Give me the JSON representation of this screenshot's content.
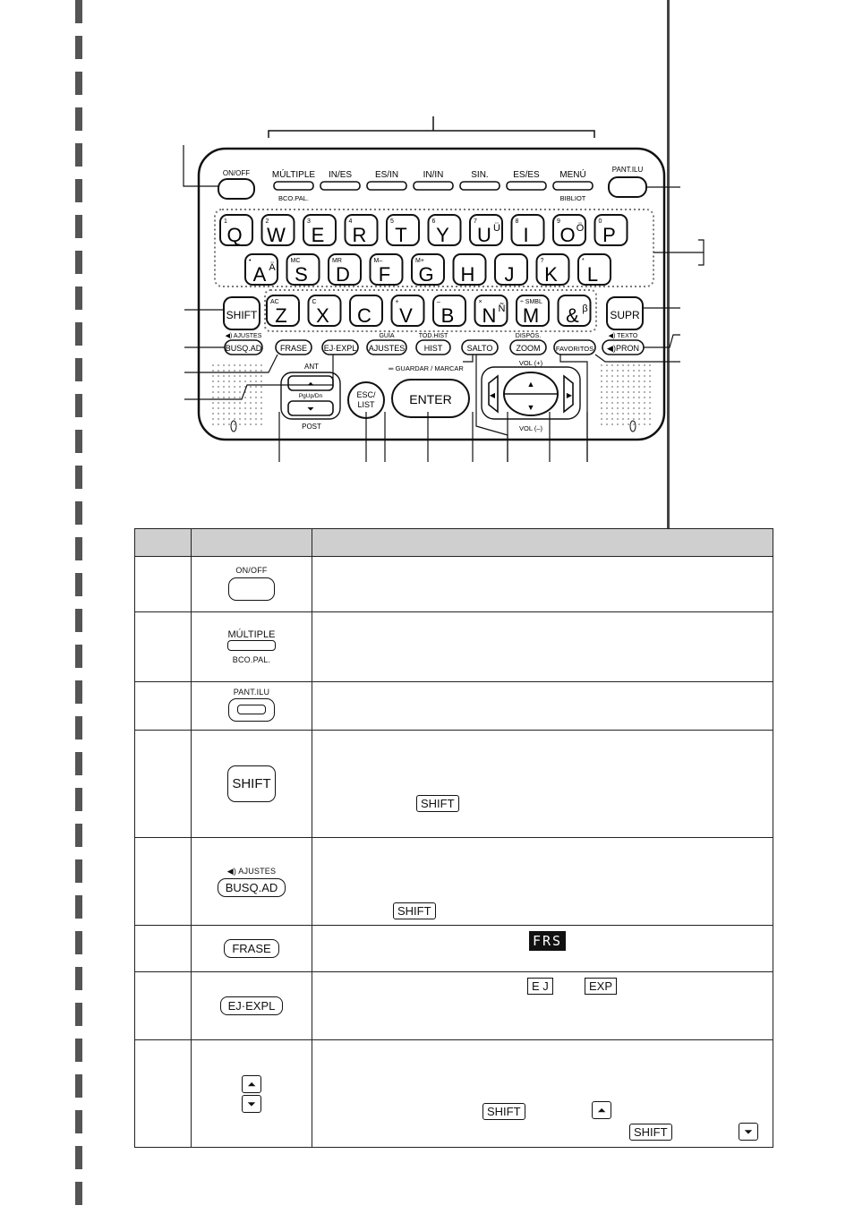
{
  "diagram": {
    "top_row": [
      "MÚLTIPLE",
      "IN/ES",
      "ES/IN",
      "IN/IN",
      "SIN.",
      "ES/ES",
      "MENÚ"
    ],
    "top_row_sub": [
      "BCO.PAL.",
      "BIBLIOT"
    ],
    "on_off": "ON/OFF",
    "pant_ilu": "PANT.ILU",
    "row1": [
      {
        "main": "Q",
        "sup": "1",
        "side": ""
      },
      {
        "main": "W",
        "sup": "2",
        "side": ""
      },
      {
        "main": "E",
        "sup": "3",
        "side": ""
      },
      {
        "main": "R",
        "sup": "4",
        "side": ""
      },
      {
        "main": "T",
        "sup": "5",
        "side": ""
      },
      {
        "main": "Y",
        "sup": "6",
        "side": ""
      },
      {
        "main": "U",
        "sup": "7",
        "side": "Ü"
      },
      {
        "main": "I",
        "sup": "8",
        "side": ""
      },
      {
        "main": "O",
        "sup": "9",
        "side": "Ö"
      },
      {
        "main": "P",
        "sup": "0",
        "side": ""
      }
    ],
    "row2": [
      {
        "main": "A",
        "sup": "•",
        "side": "Ä"
      },
      {
        "main": "S",
        "sup": "MC",
        "side": ""
      },
      {
        "main": "D",
        "sup": "MR",
        "side": ""
      },
      {
        "main": "F",
        "sup": "M–",
        "side": ""
      },
      {
        "main": "G",
        "sup": "M+",
        "side": ""
      },
      {
        "main": "H",
        "sup": "",
        "side": ""
      },
      {
        "main": "J",
        "sup": "",
        "side": ""
      },
      {
        "main": "K",
        "sup": "?",
        "side": ""
      },
      {
        "main": "L",
        "sup": "*",
        "side": ""
      }
    ],
    "row3": [
      {
        "main": "Z",
        "sup": "AC",
        "side": ""
      },
      {
        "main": "X",
        "sup": "C",
        "side": ""
      },
      {
        "main": "C",
        "sup": "",
        "side": ""
      },
      {
        "main": "V",
        "sup": "+",
        "side": ""
      },
      {
        "main": "B",
        "sup": "–",
        "side": ""
      },
      {
        "main": "N",
        "sup": "×",
        "side": "Ñ"
      },
      {
        "main": "M",
        "sup": "÷ SMBL",
        "side": ""
      },
      {
        "main": "&",
        "sup": "",
        "side": "β"
      }
    ],
    "shift": "SHIFT",
    "supr": "SUPR",
    "func_row": [
      "BUSQ.AD",
      "FRASE",
      "EJ·EXPL",
      "AJUSTES",
      "HIST",
      "SALTO",
      "ZOOM",
      "FAVORITOS",
      "◀)PRON"
    ],
    "func_above": {
      "ajustes_icon": "◀) AJUSTES",
      "guia": "GUÍA",
      "todhist": "TOD.HIST",
      "dispos": "DISPOS.",
      "texto": "◀) TEXTO"
    },
    "ant": "ANT",
    "post": "POST",
    "pgupdn": "PgUp/Dn",
    "esc": "ESC/",
    "list": "LIST",
    "enter": "ENTER",
    "guardar": "═ GUARDAR / MARCAR",
    "vol_up": "VOL (+)",
    "vol_down": "VOL (–)"
  },
  "table": {
    "headers": [
      "",
      "",
      ""
    ],
    "rows": [
      {
        "key_top": "ON/OFF"
      },
      {
        "key_top": "MÚLTIPLE",
        "key_bottom": "BCO.PAL."
      },
      {
        "key_top": "PANT.ILU"
      },
      {
        "key": "SHIFT",
        "inline_keys": [
          "SHIFT"
        ]
      },
      {
        "key_top": "◀) AJUSTES",
        "key": "BUSQ.AD",
        "inline_keys": [
          "SHIFT"
        ]
      },
      {
        "key": "FRASE",
        "badge": "FRS"
      },
      {
        "key": "EJ·EXPL",
        "inline_keys": [
          "E J",
          "EXP"
        ]
      },
      {
        "key": "▲▼",
        "inline_keys": [
          "SHIFT",
          "SHIFT"
        ]
      }
    ]
  }
}
